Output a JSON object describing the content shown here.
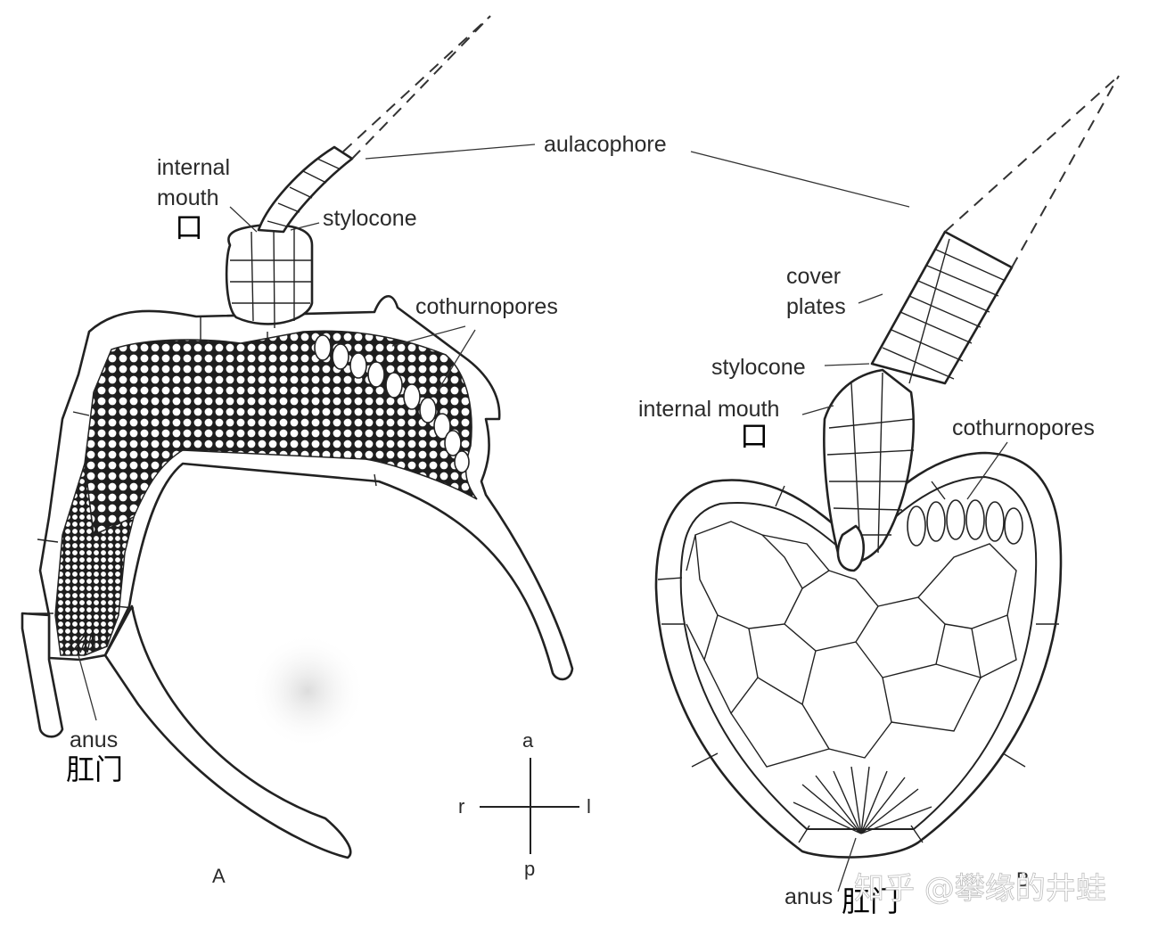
{
  "figure_a": {
    "panel_label": "A",
    "labels": {
      "internal_mouth": "internal\nmouth",
      "internal_mouth_cn": "口",
      "stylocone": "stylocone",
      "cothurnopores": "cothurnopores",
      "anus": "anus",
      "anus_cn": "肛门"
    }
  },
  "figure_b": {
    "panel_label": "B",
    "labels": {
      "cover_plates": "cover\nplates",
      "stylocone": "stylocone",
      "internal_mouth": "internal mouth",
      "internal_mouth_cn": "口",
      "cothurnopores": "cothurnopores",
      "anus": "anus",
      "anus_cn": "肛门"
    }
  },
  "shared": {
    "aulacophore": "aulacophore"
  },
  "orientation": {
    "anterior": "a",
    "posterior": "p",
    "right": "r",
    "left": "l"
  },
  "watermark": "知乎 @攀缘的井蛙",
  "colors": {
    "line": "#222222",
    "fill": "#ffffff",
    "texture": "#1e1e1e",
    "watermark_stroke": "#bdbdbd"
  }
}
